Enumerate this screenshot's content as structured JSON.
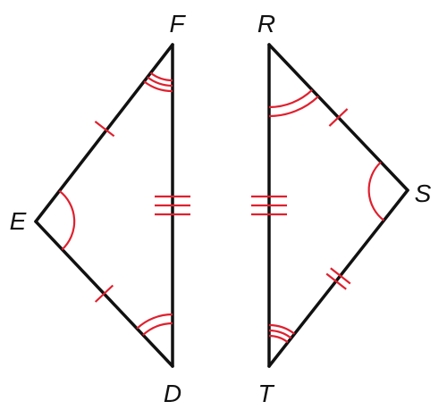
{
  "colors": {
    "edge": "#111111",
    "mark": "#e0202e"
  },
  "triangle_left": {
    "vertices": {
      "top": "F",
      "left": "E",
      "bottom": "D"
    }
  },
  "triangle_right": {
    "vertices": {
      "top": "R",
      "right": "S",
      "bottom": "T"
    }
  }
}
